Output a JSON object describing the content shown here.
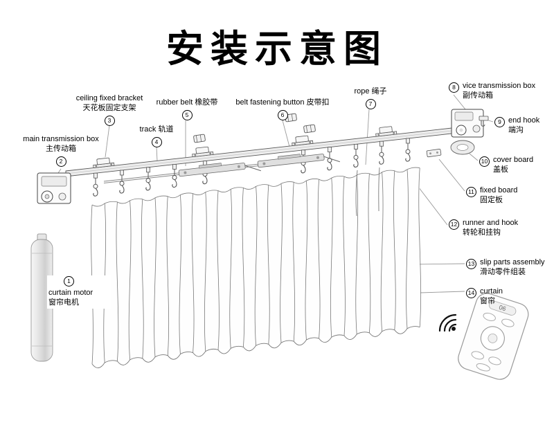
{
  "title": "安装示意图",
  "colors": {
    "line": "#555555",
    "leader": "#999999",
    "text": "#000000"
  },
  "labels": [
    {
      "num": "1",
      "en": "curtain motor",
      "zh": "窗帘电机"
    },
    {
      "num": "2",
      "en": "main transmission box",
      "zh": "主传动箱"
    },
    {
      "num": "3",
      "en": "ceiling fixed bracket",
      "zh": "天花板固定支架"
    },
    {
      "num": "4",
      "en": "track",
      "zh": "轨道"
    },
    {
      "num": "5",
      "en": "rubber belt",
      "zh": "橡胶带"
    },
    {
      "num": "6",
      "en": "belt fastening button",
      "zh": "皮带扣"
    },
    {
      "num": "7",
      "en": "rope",
      "zh": "绳子"
    },
    {
      "num": "8",
      "en": "vice transmission box",
      "zh": "副传动箱"
    },
    {
      "num": "9",
      "en": "end hook",
      "zh": "端沟"
    },
    {
      "num": "10",
      "en": "cover board",
      "zh": "盖板"
    },
    {
      "num": "11",
      "en": "fixed board",
      "zh": "固定板"
    },
    {
      "num": "12",
      "en": "runner and hook",
      "zh": "转轮和挂钩"
    },
    {
      "num": "13",
      "en": "slip parts assembly",
      "zh": "滑动零件组装"
    },
    {
      "num": "14",
      "en": "curtain",
      "zh": "窗帘"
    }
  ],
  "remote": {
    "display": "06"
  }
}
